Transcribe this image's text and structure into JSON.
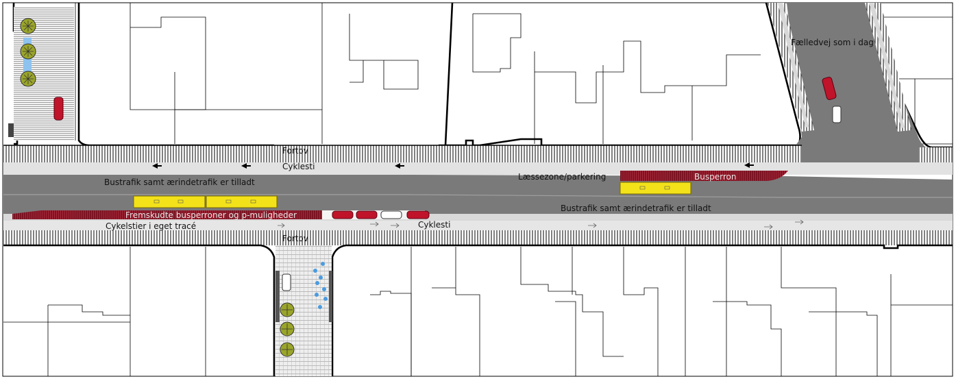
{
  "labels": {
    "fortov_north": "Fortov",
    "cyklesti_north": "Cyklesti",
    "bustrafik_west": "Bustrafik samt ærindetrafik er tilladt",
    "laessezone": "Læssezone/parkering",
    "busperron": "Busperron",
    "fremskudte": "Fremskudte busperroner og p-muligheder",
    "bustrafik_east": "Bustrafik samt ærindetrafik er tilladt",
    "cykelstier_tracé": "Cykelstier i eget tracé",
    "cyklesti_south": "Cyklesti",
    "fortov_south": "Fortov",
    "faelledvej": "Fælledvej som i dag"
  },
  "colors": {
    "road": "#7a7a7a",
    "cycle_path": "#e2e2e2",
    "sidewalk_hatch": "#000000",
    "bus_stop": "#7c1322",
    "bus": "#f3e21a",
    "car": "#c0142a",
    "tree": "#8a9a2a",
    "water": "#4a9be0"
  },
  "icons": [
    "tree-icon",
    "car-icon",
    "bus-icon",
    "cycle-direction-arrow-icon",
    "water-fountain-icon"
  ]
}
